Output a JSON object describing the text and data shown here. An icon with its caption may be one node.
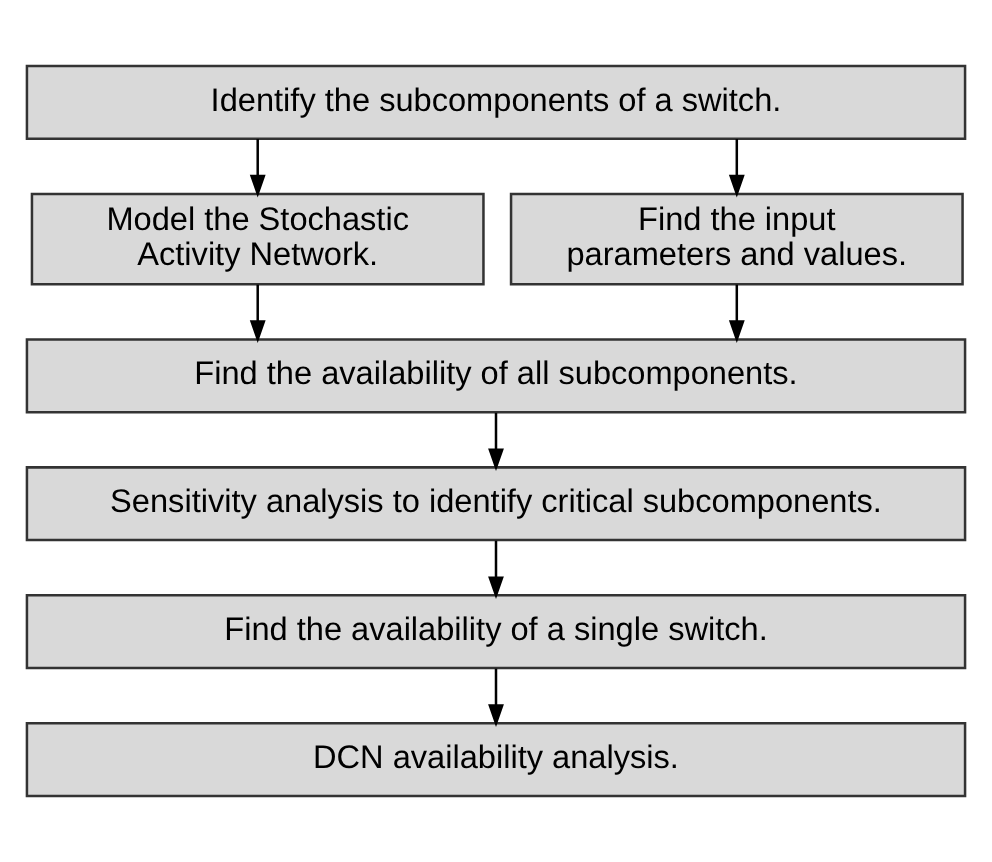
{
  "diagram": {
    "nodes": [
      {
        "text": [
          "Identify the subcomponents of a switch."
        ]
      },
      {
        "text": [
          "Model the Stochastic Activity Network."
        ]
      },
      {
        "text": [
          "Find the input parameters and values."
        ]
      },
      {
        "text": [
          "Find the availability of all subcomponents."
        ]
      },
      {
        "text": [
          "Sensitivity analysis to identify critical subcomponents."
        ]
      },
      {
        "text": [
          "Find the availability of a single switch."
        ]
      },
      {
        "text": [
          "DCN availability analysis."
        ]
      }
    ],
    "edges": [
      {
        "from": 0,
        "to": 1,
        "arrow": "to"
      },
      {
        "from": 0,
        "to": 2,
        "arrow": "to"
      },
      {
        "from": 1,
        "to": 3,
        "arrow": "to"
      },
      {
        "from": 2,
        "to": 3,
        "arrow": "to"
      },
      {
        "from": 3,
        "to": 4,
        "arrow": "to"
      },
      {
        "from": 4,
        "to": 5,
        "arrow": "to"
      },
      {
        "from": 5,
        "to": 6,
        "arrow": "to"
      }
    ]
  }
}
